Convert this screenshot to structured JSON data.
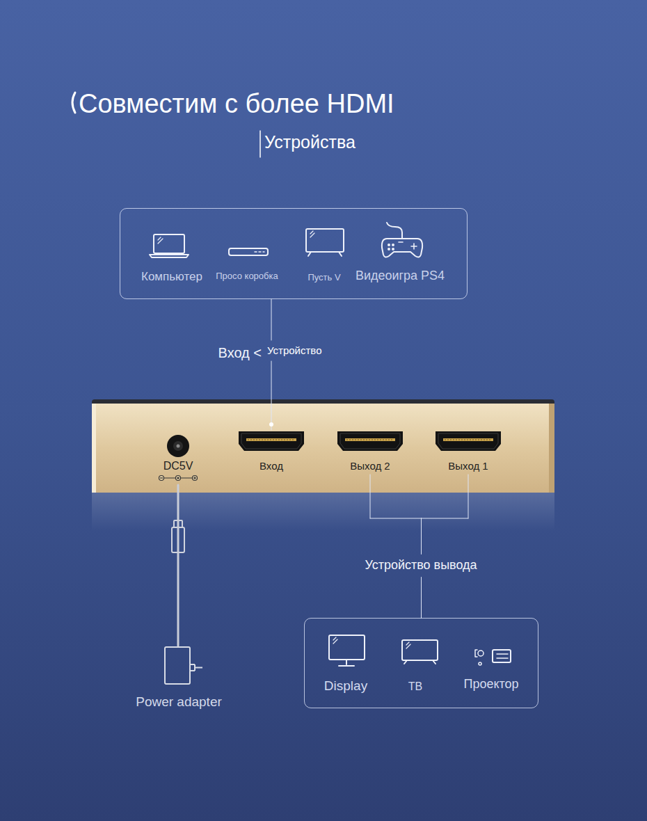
{
  "diagram": {
    "title": "Совместим с более HDMI",
    "nodes": [
      {
        "text": [
          "Компьютер",
          "Просо коробка",
          "Пусть V",
          "Видеоигра PS4"
        ]
      },
      {
        "text": [
          "DC5V"
        ]
      },
      {
        "text": [
          "Вход"
        ]
      },
      {
        "text": [
          "Выход 2"
        ]
      },
      {
        "text": [
          "Выход 1"
        ]
      },
      {
        "text": [
          "Display",
          "ТВ",
          "Проектор"
        ]
      },
      {
        "text": [
          "Power adapter"
        ]
      }
    ],
    "edges": [
      {
        "from": 0,
        "to": 2,
        "arrow": "none",
        "label": "Вход <"
      },
      {
        "from": 3,
        "to": 5,
        "arrow": "none",
        "label": "Устройство вывода"
      },
      {
        "from": 4,
        "to": 5,
        "arrow": "none"
      },
      {
        "from": 6,
        "to": 1,
        "arrow": "none"
      }
    ],
    "labels": [
      "Устройства",
      "Устройство"
    ]
  }
}
